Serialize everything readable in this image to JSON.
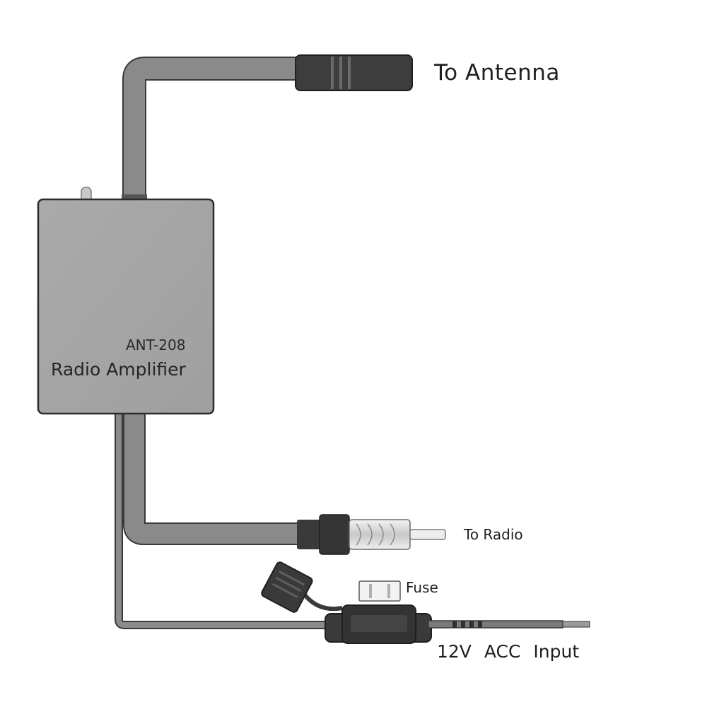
{
  "labels": {
    "to_antenna": "To Antenna",
    "model": "ANT-208",
    "product": "Radio Amplifier",
    "to_radio": "To Radio",
    "fuse": "Fuse",
    "power_input": "12V ACC Input"
  },
  "colors": {
    "background": "#ffffff",
    "cable": "#8a8a8a",
    "cable_edge": "#3a3a3a",
    "box_fill": "#a7a7a7",
    "box_edge": "#2c2c2c",
    "connector_dark": "#3d3d3d",
    "connector_silver": "#d9d9d9",
    "text": "#1f1f1f"
  }
}
